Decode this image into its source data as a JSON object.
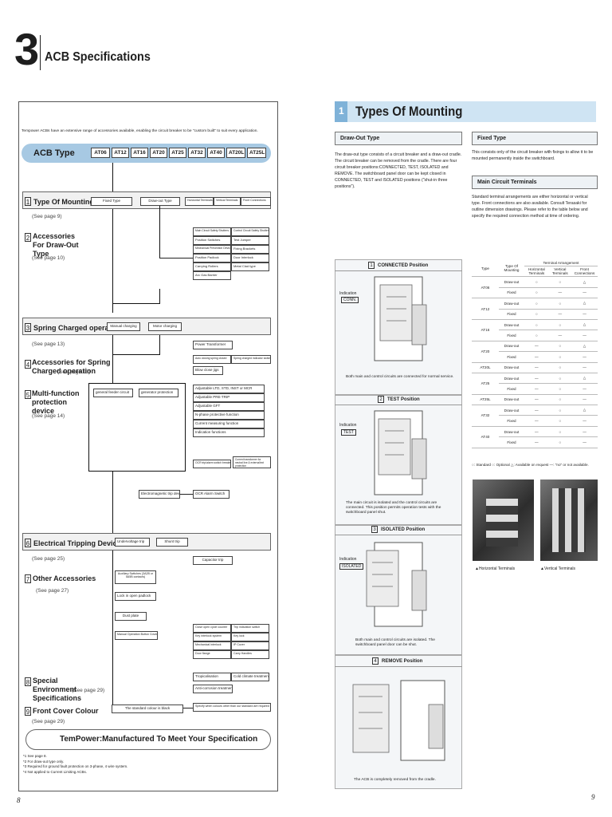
{
  "page": {
    "chapter_number": "3",
    "chapter_title": "ACB Specifications",
    "page_left": "8",
    "page_right": "9"
  },
  "left": {
    "intro": "Tempower ACBs have an extensive range of accessories available, enabling the circuit breaker to be \"custom built\" to suit every application.",
    "acb_type_label": "ACB Type",
    "models": [
      "AT06",
      "AT12",
      "AT16",
      "AT20",
      "AT25",
      "AT32",
      "AT40",
      "AT20L",
      "AT25L"
    ],
    "sections": [
      {
        "num": "1",
        "title": "Type Of Mounting",
        "note": "(See page 9)"
      },
      {
        "num": "2",
        "title": "Accessories For Draw-Out Type",
        "note": "(See page 10)"
      },
      {
        "num": "3",
        "title": "Spring Charged operation",
        "note": "(See page 13)"
      },
      {
        "num": "4",
        "title": "Accessories for Spring Charged operation",
        "note": "(See page 13)"
      },
      {
        "num": "5",
        "title": "Multi-function protection device",
        "note": "(See page 14)"
      },
      {
        "num": "6",
        "title": "Electrical Tripping Device",
        "note": "(See page 25)"
      },
      {
        "num": "7",
        "title": "Other Accessories",
        "note": "(See page 27)"
      },
      {
        "num": "8",
        "title": "Special Environment Specifications",
        "note": "(See page 29)"
      },
      {
        "num": "9",
        "title": "Front Cover Colour",
        "note": "(See page 29)"
      }
    ],
    "boxes": {
      "fixed_type": "Fixed Type",
      "drawout_type": "Draw-out Type",
      "horiz_terminals": "Horizontal Terminals",
      "vert_terminals": "Vertical Terminals",
      "front_connections": "Front Connections",
      "acc_drawout": [
        "Main Circuit Safety Shutters",
        "Control Circuit Safety Shutters",
        "Position Switches",
        "Test Jumper",
        "Mechanical Prevention Device",
        "Fixing Brackets",
        "Position Padlock",
        "Door Interlock",
        "Carrying Rollers",
        "Metal Clad type",
        "Arc Gas Barrier"
      ],
      "manual_charging": "Manual charging",
      "motor_charging": "Motor charging",
      "acc_spring": [
        "Power Transformer",
        "Auto closing spring closed",
        "Spring charged indicator switch",
        "Blow close jigs"
      ],
      "general_feeder": "general feeder circuit",
      "generator_protection": "generator protection",
      "protection_list": [
        "Adjustable LTD, STD, INST or MCR",
        "Adjustable PRE-TRIP",
        "Adjustable GFT",
        "N-phase protective function",
        "Current measuring function",
        "Indication functions"
      ],
      "ocr_trip": "OCR trip/alarm switch breaker",
      "ocr_trip_note": "Current transformer for neutral line & external/ext protection",
      "electronic": "Electromagnetic trip device",
      "ocr_alarm": "OCR Alarm Switch",
      "undervoltage": "Undervoltage trip",
      "shunt": "Shunt trip",
      "capacitor": "Capacitor trip",
      "aux_switches": "Auxiliary Switches (3A2B or 5A5B contacts)",
      "lock_open": "Lock in open padlock",
      "dust_plate": "Dust plate",
      "manual_cover": "Manual Operation Button Cover",
      "other_list": [
        "Close open cycle counter",
        "Trip indication switch",
        "Key interlock system",
        "Key lock",
        "Mechanical interlock",
        "IP Cover",
        "Door flange",
        "Carry Handles"
      ],
      "tropicalisation": "Tropicalisation",
      "cold_climate": "Cold climate treatment",
      "anti_corrosion": "Anti-corrosion treatment",
      "standard_colour": "The standard colour is black",
      "specify_colour": "Specify when colours other than our standard are required"
    },
    "footer_banner": "TemPower:Manufactured To Meet Your Specification",
    "footnotes": [
      "*1 See page 8.",
      "*2 For draw-out type only.",
      "*3 Required for ground fault protection on 3-phase, 4 wire system.",
      "*4 Not applied to Current Limiting ACBs."
    ]
  },
  "right": {
    "section_num": "1",
    "title": "Types Of Mounting",
    "drawout_header": "Draw-Out Type",
    "drawout_text": "The draw-out type consists of a circuit breaker and a draw-out cradle. The circuit breaker can be removed from the cradle. There are four circuit breaker positions:CONNECTED, TEST, ISOLATED and REMOVE. The switchboard panel door can be kept closed in CONNECTED, TEST and ISOLATED positions (\"shut-in three positions\").",
    "fixed_header": "Fixed Type",
    "fixed_text": "This consists only of the circuit breaker with fixings to allow it to be mounted permanently inside the switchboard.",
    "terminals_header": "Main Circuit Terminals",
    "terminals_text": "Standard terminal arrangements are either horizontal or vertical type. Front connections are also available. Consult Terasaki for outline dimension drawings. Please refer to the table below and specify the required connection method at time of ordering.",
    "positions": [
      {
        "num": "1",
        "name": "CONNECTED Position",
        "indication": "Indication",
        "ind_value": "CONN.",
        "desc": "Both main and control circuits are connected for normal service."
      },
      {
        "num": "2",
        "name": "TEST Position",
        "indication": "Indication",
        "ind_value": "TEST",
        "desc": "The main circuit is isolated and the control circuits are connected. This position permits operation tests with the switchboard panel shut."
      },
      {
        "num": "3",
        "name": "ISOLATED Position",
        "indication": "Indication",
        "ind_value": "ISOLATED",
        "desc": "Both main and control circuits are isolated. The switchboard panel door can be shut."
      },
      {
        "num": "4",
        "name": "REMOVE Position",
        "indication": "",
        "ind_value": "",
        "desc": "The ACB is completely removed from the cradle."
      }
    ],
    "table": {
      "col_type": "Type",
      "col_mounting": "Type Of Mounting",
      "col_arr": "Terminal Arrangement",
      "col_h": "Horizontal Terminals",
      "col_v": "Vertical Terminals",
      "col_f": "Front Connections",
      "groups": [
        {
          "type": "AT06",
          "rows": [
            [
              "Draw-out",
              "○",
              "○",
              "△"
            ],
            [
              "Fixed",
              "○",
              "—",
              "—"
            ]
          ]
        },
        {
          "type": "AT12",
          "rows": [
            [
              "Draw-out",
              "○",
              "○",
              "△"
            ],
            [
              "Fixed",
              "○",
              "—",
              "—"
            ]
          ]
        },
        {
          "type": "AT16",
          "rows": [
            [
              "Draw-out",
              "○",
              "○",
              "△"
            ],
            [
              "Fixed",
              "○",
              "—",
              "—"
            ]
          ]
        },
        {
          "type": "AT20",
          "rows": [
            [
              "Draw-out",
              "—",
              "○",
              "△"
            ],
            [
              "Fixed",
              "—",
              "○",
              "—"
            ]
          ]
        },
        {
          "type": "AT20L",
          "rows": [
            [
              "Draw-out",
              "—",
              "○",
              "—"
            ]
          ]
        },
        {
          "type": "AT25",
          "rows": [
            [
              "Draw-out",
              "—",
              "○",
              "△"
            ],
            [
              "Fixed",
              "—",
              "○",
              "—"
            ]
          ]
        },
        {
          "type": "AT25L",
          "rows": [
            [
              "Draw-out",
              "—",
              "○",
              "—"
            ]
          ]
        },
        {
          "type": "AT32",
          "rows": [
            [
              "Draw-out",
              "—",
              "○",
              "△"
            ],
            [
              "Fixed",
              "—",
              "○",
              "—"
            ]
          ]
        },
        {
          "type": "AT40",
          "rows": [
            [
              "Draw-out",
              "—",
              "○",
              "—"
            ],
            [
              "Fixed",
              "—",
              "○",
              "—"
            ]
          ]
        }
      ],
      "legend": "○: Standard ○: Optional △: Available on request —: \"no\" or not available."
    },
    "photo_h": "▲Horizontal Terminals",
    "photo_v": "▲Vertical Terminals"
  }
}
